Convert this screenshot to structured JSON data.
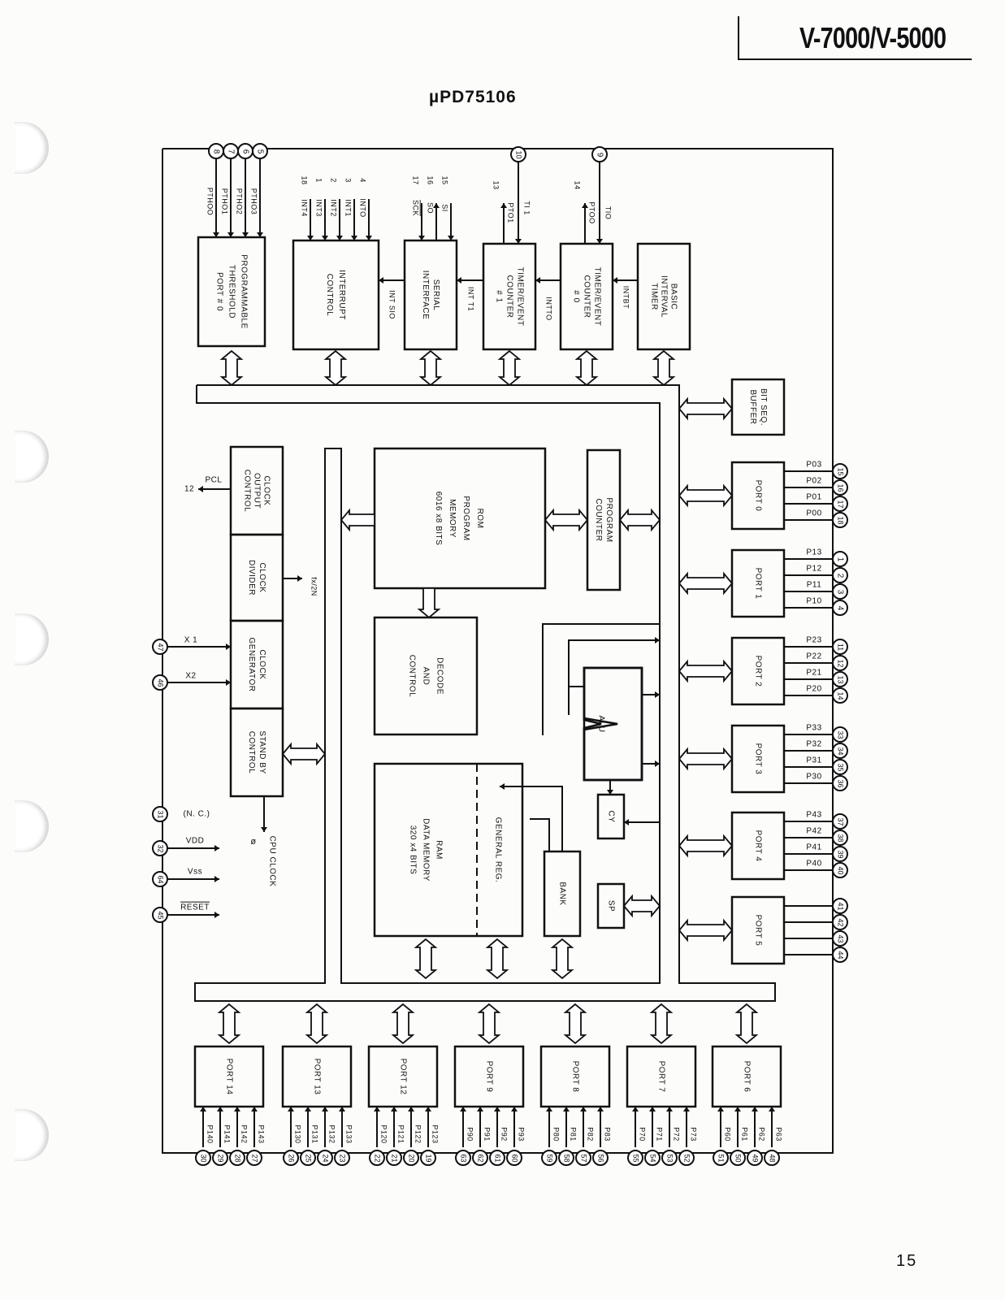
{
  "header": {
    "model": "V-7000/V-5000",
    "chip_name": "µPD75106"
  },
  "page_number": "15",
  "blocks": {
    "basic_interval_timer": "BASIC INTERVAL TIMER",
    "timer_event_counter_0": "TIMER/EVENT COUNTER # 0",
    "timer_event_counter_1": "TIMER/EVENT COUNTER # 1",
    "serial_interface": "SERIAL INTERFACE",
    "interrupt_control": "INTERRUPT CONTROL",
    "programmable_threshold_port": "PROGRAMMABLE THRESHOLD PORT # 0",
    "bit_seq_buffer": "BIT SEQ. BUFFER",
    "clock_output_control": "CLOCK OUTPUT CONTROL",
    "clock_divider": "CLOCK DIVIDER",
    "clock_generator": "CLOCK GENERATOR",
    "standby_control": "STAND BY CONTROL",
    "rom": "ROM PROGRAM MEMORY 6016 x8 BITS",
    "program_counter": "PROGRAM COUNTER",
    "decode_control": "DECODE AND CONTROL",
    "alu": "ALU",
    "cy": "CY",
    "sp": "SP",
    "bank": "BANK",
    "ram": "RAM DATA MEMORY 320 x4 BITS",
    "general_reg": "GENERAL REG."
  },
  "signals": {
    "int_bt": "INTBT",
    "int_t0": "INTTO",
    "int_t1": "INT T1",
    "int_sio": "INT SIO",
    "ti0": "TIO",
    "pto0": "PTOO",
    "ti1": "TI 1",
    "pto1": "PTO1",
    "si": "SI",
    "so": "SO",
    "sck": "SCK",
    "pcl": "PCL",
    "fx2n": "fx/2N",
    "x1": "X 1",
    "x2": "X2",
    "nc": "(N. C.)",
    "vdd": "VDD",
    "vss": "Vss",
    "reset": "RESET",
    "cpu_clock": "CPU CLOCK",
    "phi": "ø"
  },
  "pin_numbers": {
    "tio": "9",
    "pto0": "14",
    "ti1": "10",
    "pto1": "13",
    "si": "15",
    "so": "16",
    "sck": "17",
    "pcl": "12"
  },
  "interrupt_inputs": [
    {
      "pin": "4",
      "label": "INTO"
    },
    {
      "pin": "3",
      "label": "INT1"
    },
    {
      "pin": "2",
      "label": "INT2"
    },
    {
      "pin": "1",
      "label": "INT3"
    },
    {
      "pin": "18",
      "label": "INT4"
    }
  ],
  "pth_inputs": [
    {
      "pin": "5",
      "label": "PTHO3"
    },
    {
      "pin": "6",
      "label": "PTHO2"
    },
    {
      "pin": "7",
      "label": "PTHO1"
    },
    {
      "pin": "8",
      "label": "PTHOO"
    }
  ],
  "power_pins": [
    {
      "pin": "47",
      "label": "X 1"
    },
    {
      "pin": "46",
      "label": "X2"
    },
    {
      "pin": "31",
      "label": "(N. C.)"
    },
    {
      "pin": "32",
      "label": "VDD"
    },
    {
      "pin": "64",
      "label": "Vss"
    },
    {
      "pin": "45",
      "label": "RESET"
    }
  ],
  "right_ports": [
    {
      "name": "PORT 0",
      "lines": [
        {
          "label": "P03",
          "pin": "15"
        },
        {
          "label": "P02",
          "pin": "16"
        },
        {
          "label": "P01",
          "pin": "17"
        },
        {
          "label": "P00",
          "pin": "18"
        }
      ]
    },
    {
      "name": "PORT 1",
      "lines": [
        {
          "label": "P13",
          "pin": "1"
        },
        {
          "label": "P12",
          "pin": "2"
        },
        {
          "label": "P11",
          "pin": "3"
        },
        {
          "label": "P10",
          "pin": "4"
        }
      ]
    },
    {
      "name": "PORT 2",
      "lines": [
        {
          "label": "P23",
          "pin": "11"
        },
        {
          "label": "P22",
          "pin": "12"
        },
        {
          "label": "P21",
          "pin": "13"
        },
        {
          "label": "P20",
          "pin": "14"
        }
      ]
    },
    {
      "name": "PORT 3",
      "lines": [
        {
          "label": "P33",
          "pin": "33"
        },
        {
          "label": "P32",
          "pin": "34"
        },
        {
          "label": "P31",
          "pin": "35"
        },
        {
          "label": "P30",
          "pin": "36"
        }
      ]
    },
    {
      "name": "PORT 4",
      "lines": [
        {
          "label": "P43",
          "pin": "37"
        },
        {
          "label": "P42",
          "pin": "38"
        },
        {
          "label": "P41",
          "pin": "39"
        },
        {
          "label": "P40",
          "pin": "40"
        }
      ]
    },
    {
      "name": "PORT 5",
      "lines": [
        {
          "label": "",
          "pin": "41"
        },
        {
          "label": "",
          "pin": "42"
        },
        {
          "label": "",
          "pin": "43"
        },
        {
          "label": "",
          "pin": "44"
        }
      ]
    }
  ],
  "bottom_ports": [
    {
      "name": "PORT 14",
      "lines": [
        {
          "label": "P140",
          "pin": "30"
        },
        {
          "label": "P141",
          "pin": "29"
        },
        {
          "label": "P142",
          "pin": "28"
        },
        {
          "label": "P143",
          "pin": "27"
        }
      ]
    },
    {
      "name": "PORT 13",
      "lines": [
        {
          "label": "P130",
          "pin": "26"
        },
        {
          "label": "P131",
          "pin": "25"
        },
        {
          "label": "P132",
          "pin": "24"
        },
        {
          "label": "P133",
          "pin": "23"
        }
      ]
    },
    {
      "name": "PORT 12",
      "lines": [
        {
          "label": "P120",
          "pin": "22"
        },
        {
          "label": "P121",
          "pin": "21"
        },
        {
          "label": "P122",
          "pin": "20"
        },
        {
          "label": "P123",
          "pin": "19"
        }
      ]
    },
    {
      "name": "PORT 9",
      "lines": [
        {
          "label": "P90",
          "pin": "63"
        },
        {
          "label": "P91",
          "pin": "62"
        },
        {
          "label": "P92",
          "pin": "61"
        },
        {
          "label": "P93",
          "pin": "60"
        }
      ]
    },
    {
      "name": "PORT 8",
      "lines": [
        {
          "label": "P80",
          "pin": "59"
        },
        {
          "label": "P81",
          "pin": "58"
        },
        {
          "label": "P82",
          "pin": "57"
        },
        {
          "label": "P83",
          "pin": "56"
        }
      ]
    },
    {
      "name": "PORT 7",
      "lines": [
        {
          "label": "P70",
          "pin": "55"
        },
        {
          "label": "P71",
          "pin": "54"
        },
        {
          "label": "P72",
          "pin": "53"
        },
        {
          "label": "P73",
          "pin": "52"
        }
      ]
    },
    {
      "name": "PORT 6",
      "lines": [
        {
          "label": "P60",
          "pin": "51"
        },
        {
          "label": "P61",
          "pin": "50"
        },
        {
          "label": "P62",
          "pin": "49"
        },
        {
          "label": "P63",
          "pin": "48"
        }
      ]
    }
  ]
}
